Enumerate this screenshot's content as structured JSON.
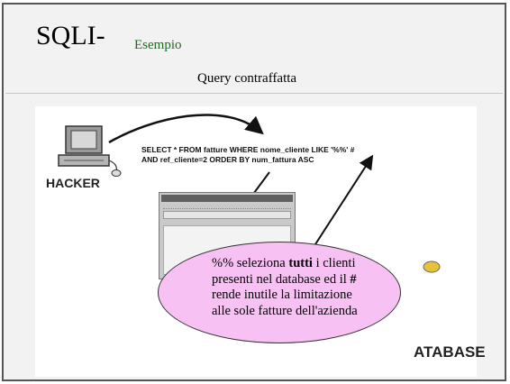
{
  "slide": {
    "title": "SQLI-",
    "subtitle": "Esempio",
    "query_label": "Query contraffatta"
  },
  "figure": {
    "hacker_label": "HACKER",
    "sql_line_1": "SELECT * FROM fatture WHERE nome_cliente LIKE '%%' #",
    "sql_line_2": "AND ref_cliente=2 ORDER BY num_fattura ASC",
    "database_label": "ATABASE"
  },
  "callout": {
    "part_1": "%% seleziona ",
    "bold": "tutti",
    "part_2": " i clienti presenti nel database ed il ",
    "hash": "#",
    "part_3": " rende inutile la limitazione alle sole fatture dell'azienda"
  },
  "colors": {
    "slide_background": "#f2f2f2",
    "subtitle": "#1a6b1a",
    "callout_fill": "#f7c2f3"
  }
}
